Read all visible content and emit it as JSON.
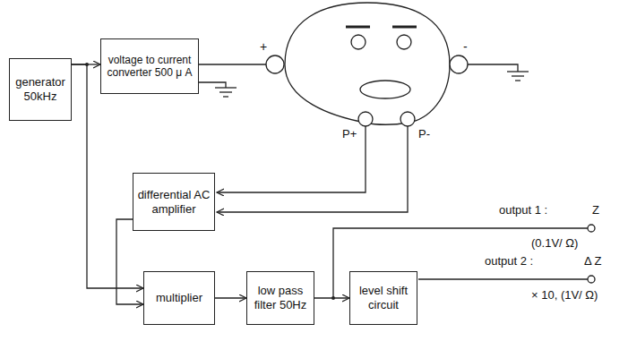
{
  "diagram": {
    "nodes": [
      {
        "text": [
          "generator 50kHz"
        ]
      },
      {
        "text": [
          "voltage to current converter 500 μ A"
        ]
      },
      {
        "text": [
          "differential AC amplifier"
        ]
      },
      {
        "text": [
          "multiplier"
        ]
      },
      {
        "text": [
          "low pass filter 50Hz"
        ]
      },
      {
        "text": [
          "level shift circuit"
        ]
      }
    ],
    "edges": [
      {
        "from": 0,
        "to": 1,
        "arrow": "to"
      },
      {
        "from": 0,
        "to": 3,
        "arrow": "to"
      },
      {
        "from": 2,
        "to": 3,
        "arrow": "to"
      },
      {
        "from": 3,
        "to": 4,
        "arrow": "to"
      },
      {
        "from": 4,
        "to": 5,
        "arrow": "to"
      }
    ],
    "labels": [
      "+",
      "-",
      "P+",
      "P-",
      "output 1 :",
      "Z",
      "(0.1V/ Ω)",
      "output 2 :",
      "Δ Z",
      "× 10, (1V/ Ω)"
    ]
  }
}
